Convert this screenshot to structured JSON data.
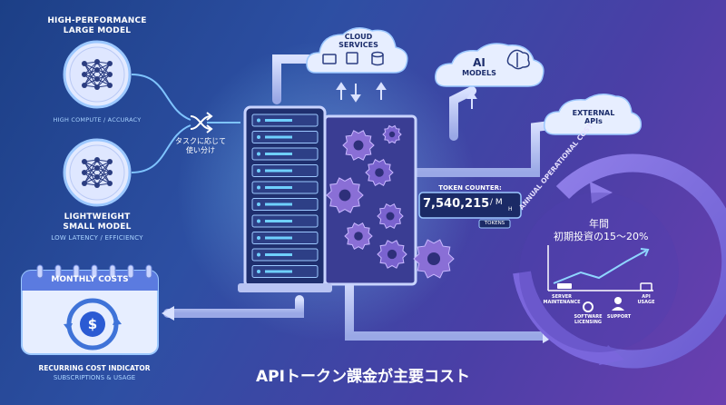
{
  "models": {
    "high": {
      "title_line1": "HIGH-PERFORMANCE",
      "title_line2": "LARGE MODEL",
      "caption": "HIGH COMPUTE / ACCURACY"
    },
    "light": {
      "title_line1": "LIGHTWEIGHT",
      "title_line2": "SMALL MODEL",
      "caption": "LOW LATENCY / EFFICIENCY"
    }
  },
  "routing": {
    "line1": "タスクに応じて",
    "line2": "使い分け"
  },
  "clouds": {
    "cloud_services": {
      "line1": "CLOUD",
      "line2": "SERVICES"
    },
    "ai_models": {
      "line1": "AI",
      "line2": "MODELS"
    },
    "external_apis": {
      "line1": "EXTERNAL",
      "line2": "APIs"
    }
  },
  "token_counter": {
    "label": "TOKEN COUNTER:",
    "value": "7,540,215",
    "unit": "/ M",
    "unit2": "H",
    "tokens_tag": "TOKENS"
  },
  "monthly": {
    "title": "MONTHLY COSTS",
    "symbol": "$",
    "caption1": "RECURRING COST INDICATOR",
    "caption2": "SUBSCRIPTIONS & USAGE"
  },
  "annual": {
    "ring_label": "ANNUAL OPERATIONAL COST",
    "headline1": "年間",
    "headline2": "初期投資の15～20%",
    "items": [
      {
        "line1": "SERVER",
        "line2": "MAINTENANCE"
      },
      {
        "line1": "SOFTWARE",
        "line2": "LICENSING"
      },
      {
        "line1": "SUPPORT",
        "line2": ""
      },
      {
        "line1": "API",
        "line2": "USAGE"
      }
    ]
  },
  "footer": {
    "title": "APIトークン課金が主要コスト"
  },
  "colors": {
    "accent": "#6fd0ff",
    "pipe": "#b9c4f3",
    "gear": "#8a6fd6",
    "node": "#e3eaff"
  }
}
